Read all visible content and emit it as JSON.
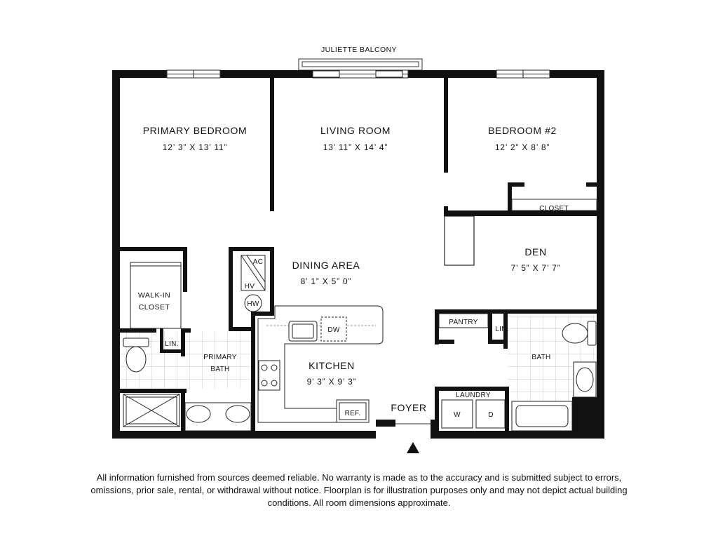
{
  "balcony_label": "JULIETTE BALCONY",
  "rooms": {
    "primary_bedroom": {
      "name": "PRIMARY BEDROOM",
      "dims": "12’ 3” X 13’ 11”"
    },
    "living_room": {
      "name": "LIVING ROOM",
      "dims": "13’ 11” X 14’ 4”"
    },
    "bedroom_2": {
      "name": "BEDROOM #2",
      "dims": "12’ 2” X 8’ 8”"
    },
    "den": {
      "name": "DEN",
      "dims": "7’ 5” X 7’ 7”"
    },
    "dining_area": {
      "name": "DINING AREA",
      "dims": "8’ 1” X 5” 0”"
    },
    "kitchen": {
      "name": "KITCHEN",
      "dims": "9’ 3” X 9’ 3”"
    },
    "foyer": {
      "name": "FOYER"
    }
  },
  "labels": {
    "closet": "CLOSET",
    "walk_in_line1": "WALK-IN",
    "walk_in_line2": "CLOSET",
    "lin_primary": "LIN.",
    "lin_bath": "LIN.",
    "primary_bath_line1": "PRIMARY",
    "primary_bath_line2": "BATH",
    "bath": "BATH",
    "pantry": "PANTRY",
    "laundry": "LAUNDRY",
    "washer": "W",
    "dryer": "D",
    "dishwasher": "DW",
    "refrigerator": "REF.",
    "ac": "AC",
    "hv": "HV",
    "hw": "HW"
  },
  "disclaimer": "All information furnished from sources deemed reliable. No warranty is made as to the accuracy and is submitted subject to errors, omissions, prior sale, rental, or withdrawal without notice. Floorplan is for illustration purposes only and may not depict actual building conditions. All room dimensions approximate."
}
